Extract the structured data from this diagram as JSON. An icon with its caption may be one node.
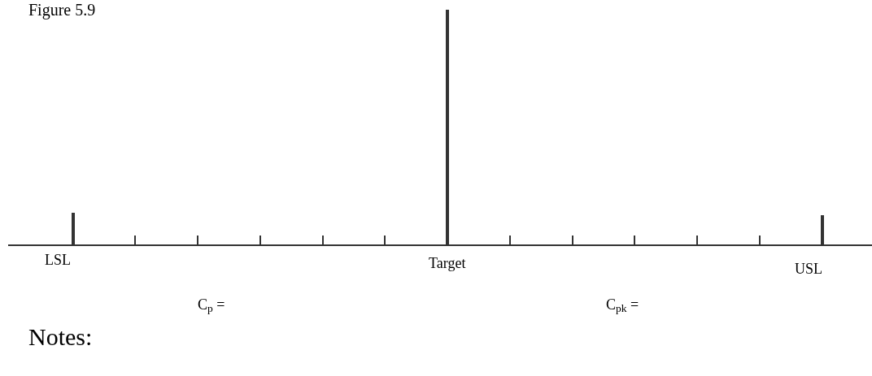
{
  "diagram": {
    "title": "Figure 5.9",
    "labels": [
      "LSL",
      "Target",
      "USL",
      "C$_{p}$ =",
      "C$_{pk}$ =",
      "Notes:"
    ]
  }
}
